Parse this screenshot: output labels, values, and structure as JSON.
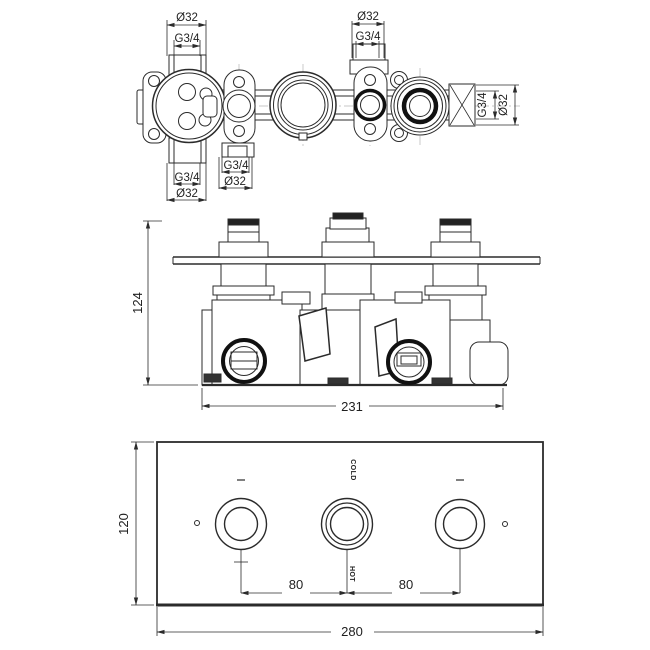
{
  "top_view": {
    "top_left": {
      "dia": "Ø32",
      "thread": "G3/4"
    },
    "top_right": {
      "dia": "Ø32",
      "thread": "G3/4"
    },
    "bottom_left": {
      "thread": "G3/4",
      "dia": "Ø32"
    },
    "bottom_mid": {
      "thread": "G3/4",
      "dia": "Ø32"
    },
    "right": {
      "thread": "G3/4",
      "dia": "Ø32"
    }
  },
  "front_view": {
    "height": "124",
    "width": "231"
  },
  "faceplate_view": {
    "height": "120",
    "width": "280",
    "left_spacing": "80",
    "right_spacing": "80",
    "cold_label": "COLD",
    "hot_label": "HOT"
  },
  "colors": {
    "line": "#2b2b2b",
    "dark": "#111111",
    "background": "#ffffff"
  }
}
